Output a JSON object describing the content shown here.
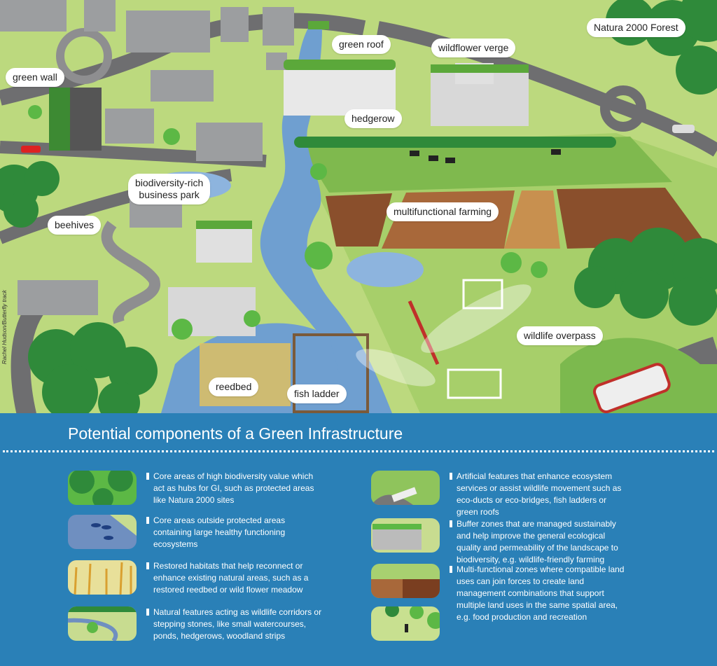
{
  "scene": {
    "labels": {
      "green_wall": "green wall",
      "natura_forest": "Natura 2000 Forest",
      "green_roof": "green roof",
      "wildflower_verge": "wildflower verge",
      "hedgerow": "hedgerow",
      "business_park_line1": "biodiversity-rich",
      "business_park_line2": "business park",
      "beehives": "beehives",
      "multifunctional_farming": "multifunctional farming",
      "wildlife_overpass": "wildlife overpass",
      "reedbed": "reedbed",
      "fish_ladder": "fish ladder"
    },
    "credit": "Rachel Hudson/Butterfly track",
    "colors": {
      "grass": "#bcd97e",
      "road": "#6e6e70",
      "river": "#6f9fd0",
      "forest": "#2f8a3a",
      "soil": "#9a5a32",
      "panel": "#2a80b7"
    }
  },
  "legend": {
    "title": "Potential components of a Green Infrastructure",
    "items": [
      {
        "text": "Core areas of high biodiversity value which act as hubs for GI, such as protected areas like Natura 2000 sites",
        "icon": "forest-thumbnail"
      },
      {
        "text": "Core areas outside protected areas containing large healthy functioning ecosystems",
        "icon": "river-fish-thumbnail"
      },
      {
        "text": "Restored habitats that help reconnect or enhance existing natural areas, such as a restored reedbed or wild flower meadow",
        "icon": "reedbed-thumbnail"
      },
      {
        "text": "Natural features acting as wildlife corridors or stepping stones, like small watercourses, ponds, hedgerows, woodland strips",
        "icon": "watercourse-thumbnail"
      },
      {
        "text": "Artificial features that enhance ecosystem services or assist wildlife movement such as eco-ducts or eco-bridges, fish ladders or green roofs",
        "icon": "overpass-thumbnail"
      },
      {
        "text": "Buffer zones that are managed sustainably and help improve the general ecological quality and permeability of the landscape to biodiversity, e.g. wildlife-friendly farming",
        "icon": "green-roof-thumbnail"
      },
      {
        "text": "Multi-functional zones where compatible land uses can join forces to create land management combinations that support multiple land uses in the same spatial area, e.g. food production and recreation",
        "icon": "farming-thumbnail"
      },
      {
        "text": "",
        "icon": "recreation-thumbnail"
      }
    ]
  }
}
